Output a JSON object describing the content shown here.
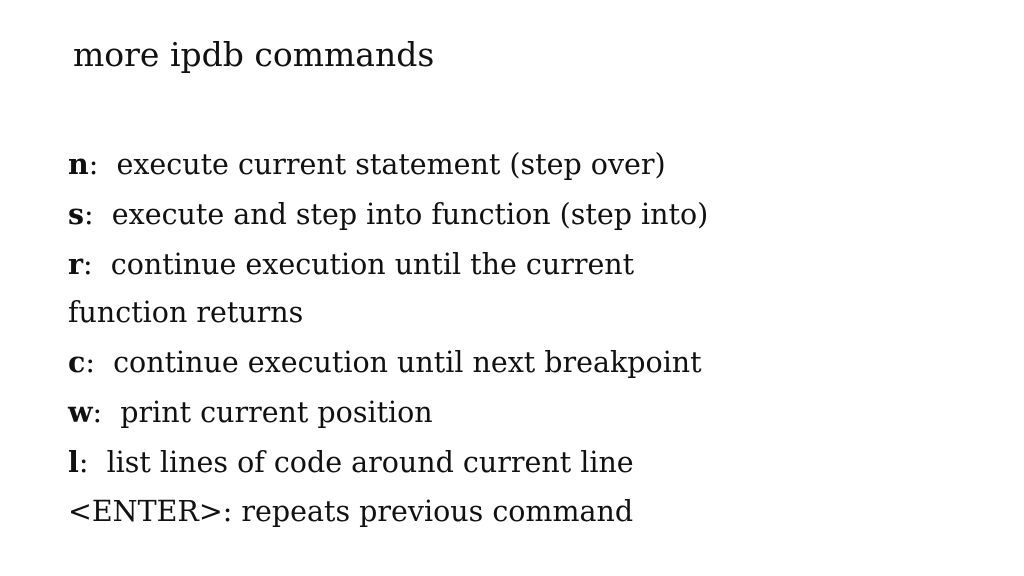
{
  "slide": {
    "title": "more ipdb commands",
    "commands": [
      {
        "key": "n",
        "sep": ":  ",
        "desc": "execute current statement (step over)"
      },
      {
        "key": "s",
        "sep": ":  ",
        "desc": "execute and step into function (step into)"
      },
      {
        "key": "r",
        "sep": ":  ",
        "desc": "continue execution until the current"
      },
      {
        "key": "",
        "sep": "",
        "desc": "function returns"
      },
      {
        "key": "c",
        "sep": ":  ",
        "desc": "continue execution until next breakpoint"
      },
      {
        "key": "w",
        "sep": ":  ",
        "desc": "print current position"
      },
      {
        "key": "l",
        "sep": ":  ",
        "desc": "list lines of code around current line"
      },
      {
        "key": "",
        "sep": "",
        "desc": "<ENTER>: repeats previous command"
      }
    ]
  }
}
